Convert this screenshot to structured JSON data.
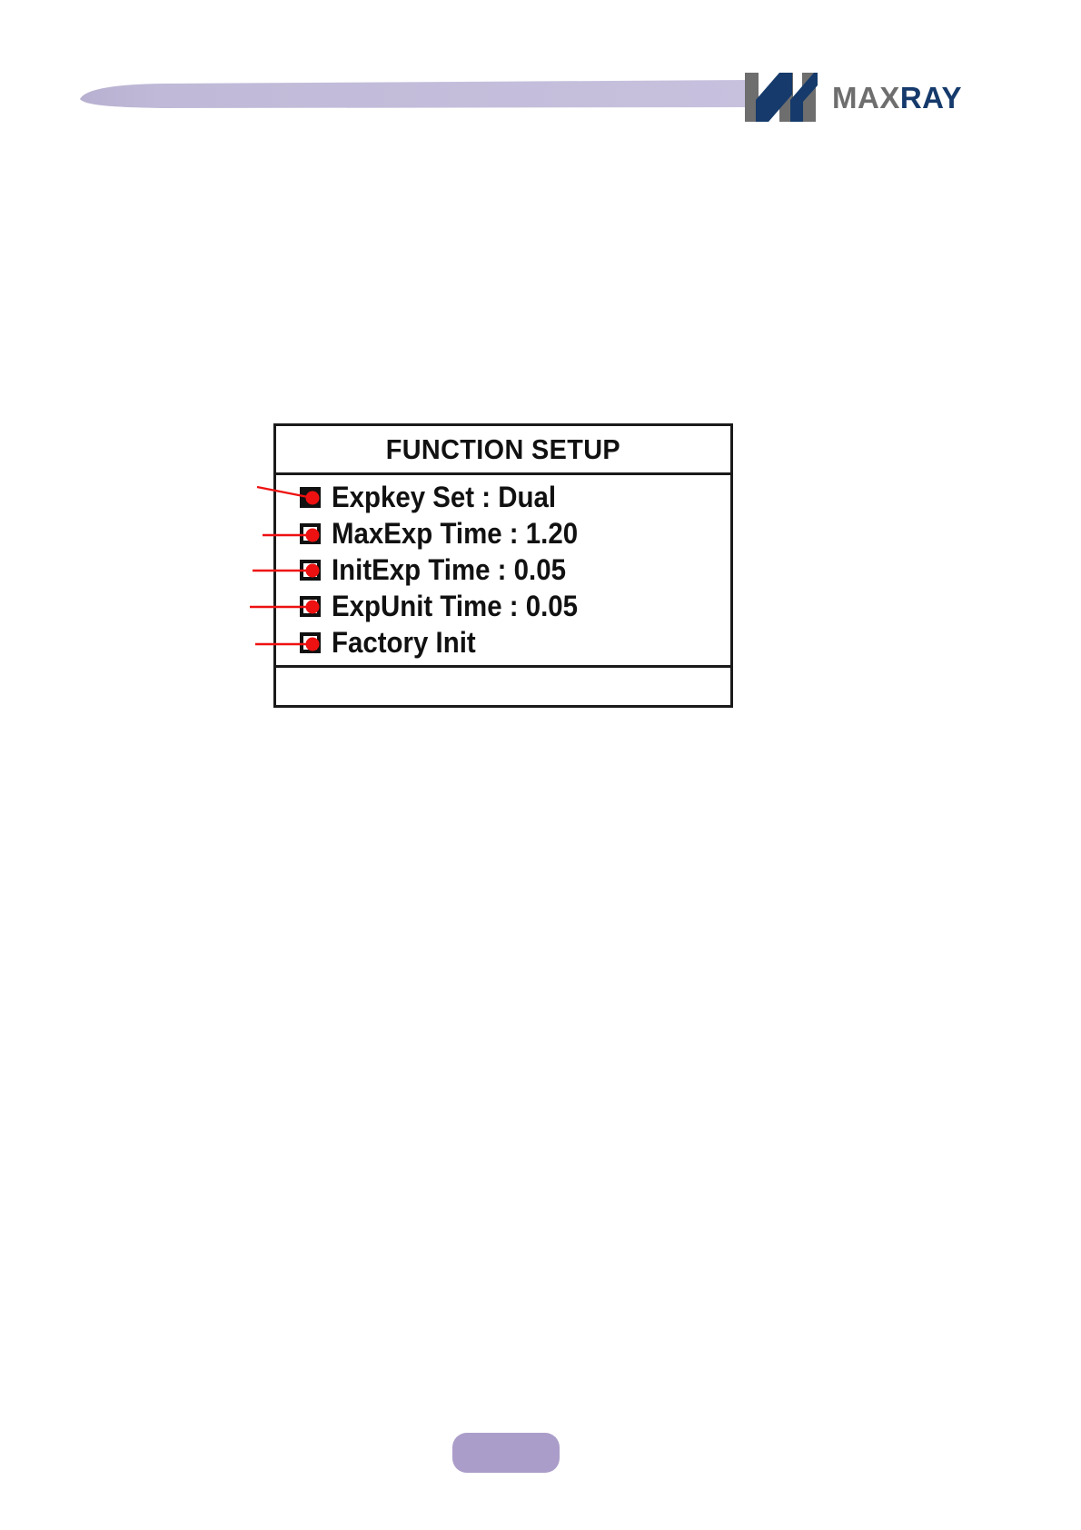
{
  "page": {
    "background_color": "#ffffff",
    "accent_purple": "#c3bddb",
    "footer_purple": "#ab9dc9",
    "annotation_red": "#ee1111",
    "panel_border": "#1a1a1a"
  },
  "header": {
    "decorative_bar": {
      "name": "tapered-purple-bar",
      "color": "#c3bddb"
    },
    "logo": {
      "mark_name": "maxray-m-mark",
      "mark_gray": "#6e6e6e",
      "mark_navy": "#153a6b",
      "text_primary": "MAX",
      "text_secondary": "RAY",
      "text_primary_color": "#6e6e6e",
      "text_secondary_color": "#153a6b"
    }
  },
  "lcd": {
    "title": "FUNCTION SETUP",
    "rows": [
      {
        "checkbox": "filled",
        "label": "Expkey Set : Dual"
      },
      {
        "checkbox": "empty",
        "label": "MaxExp Time : 1.20"
      },
      {
        "checkbox": "empty",
        "label": "InitExp Time : 0.05"
      },
      {
        "checkbox": "empty",
        "label": "ExpUnit Time : 0.05"
      },
      {
        "checkbox": "empty",
        "label": "Factory Init"
      }
    ]
  },
  "annotations": {
    "callout_count": 5,
    "color": "#ee1111",
    "marker": "red-dot",
    "leaders": [
      {
        "style": "diagonal"
      },
      {
        "style": "horizontal"
      },
      {
        "style": "horizontal"
      },
      {
        "style": "horizontal"
      },
      {
        "style": "horizontal"
      }
    ]
  },
  "footer": {
    "pill_name": "page-footer-pill",
    "color": "#ab9dc9"
  }
}
